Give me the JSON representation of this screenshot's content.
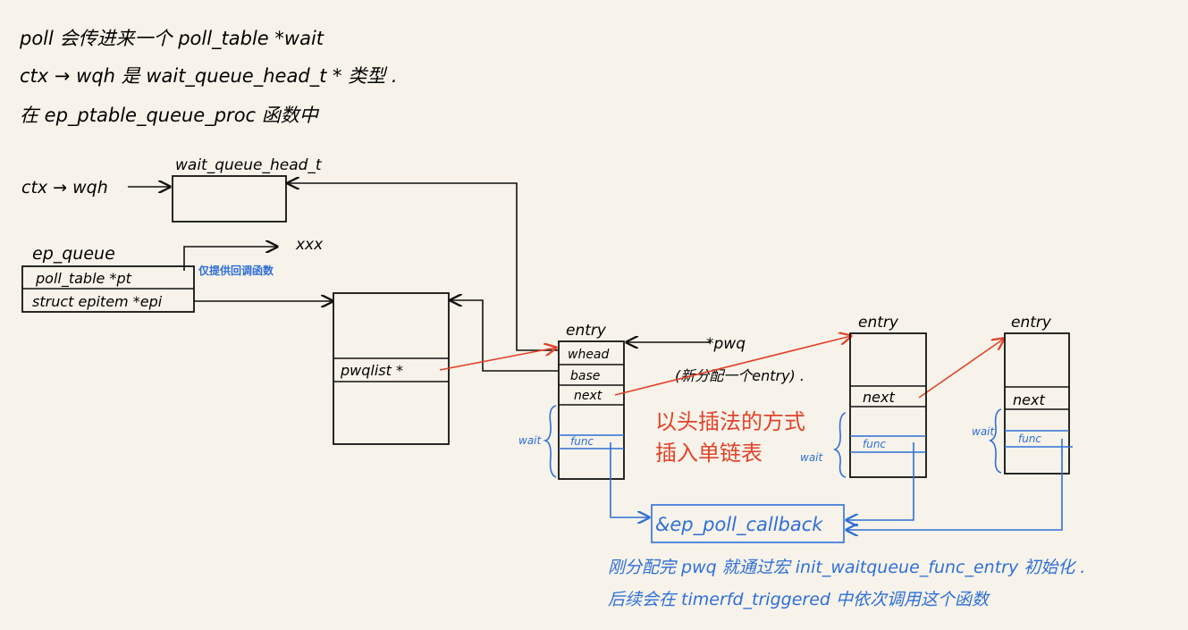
{
  "notes": {
    "line1": "poll 会传进来一个  poll_table *wait",
    "line2": "ctx → wqh 是  wait_queue_head_t * 类型 .",
    "line3": "在 ep_ptable_queue_proc 函数中"
  },
  "wqh": {
    "pointer_label": "ctx → wqh",
    "type_label": "wait_queue_head_t"
  },
  "ep_queue": {
    "title": "ep_queue",
    "field1": "poll_table *pt",
    "field2": "struct epitem *epi",
    "note": "仅提供回调函数",
    "xxx": "xxx"
  },
  "epitem": {
    "field": "pwqlist *"
  },
  "entry_main": {
    "title": "entry",
    "fields": [
      "whead",
      "base",
      "next"
    ],
    "func": "func",
    "wait": "wait",
    "pwq_label": "*pwq",
    "pwq_note": "(新分配一个entry) ."
  },
  "entry2": {
    "title": "entry",
    "next": "next",
    "func": "func",
    "wait": "wait"
  },
  "entry3": {
    "title": "entry",
    "next": "next",
    "func": "func",
    "wait": "wait"
  },
  "insert_note": {
    "line1": "以头插法的方式",
    "line2": "插入单链表"
  },
  "callback": {
    "label": "&ep_poll_callback"
  },
  "bottom_note": {
    "line1": "刚分配完 pwq 就通过宏 init_waitqueue_func_entry 初始化 .",
    "line2": "后续会在 timerfd_triggered 中依次调用这个函数"
  },
  "colors": {
    "ink": "#111111",
    "blue": "#2f6fd6",
    "red": "#e0432a",
    "paper": "#f7f3ea"
  }
}
